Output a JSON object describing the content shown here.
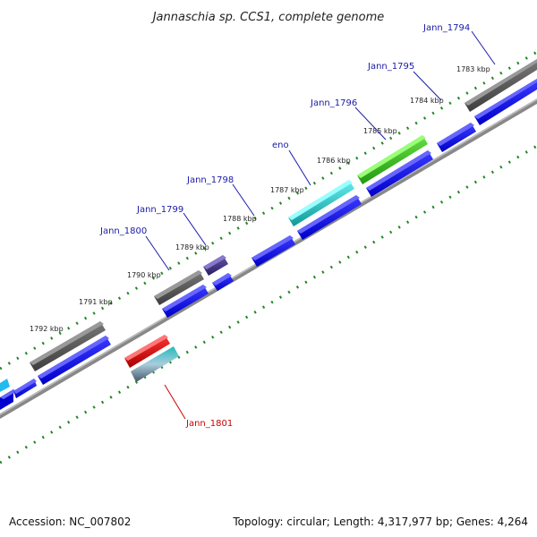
{
  "title": "Jannaschia sp. CCS1, complete genome",
  "footer": {
    "accession": "Accession: NC_007802",
    "summary": "Topology: circular; Length: 4,317,977 bp; Genes: 4,264"
  },
  "kbp_marks": [
    "1783 kbp",
    "1784 kbp",
    "1785 kbp",
    "1786 kbp",
    "1787 kbp",
    "1788 kbp",
    "1789 kbp",
    "1790 kbp",
    "1791 kbp",
    "1792 kbp"
  ],
  "gene_labels": [
    {
      "name": "Jann_1794",
      "color": "#1a1aaa"
    },
    {
      "name": "Jann_1795",
      "color": "#1a1aaa"
    },
    {
      "name": "Jann_1796",
      "color": "#1a1aaa"
    },
    {
      "name": "eno",
      "color": "#1a1aaa"
    },
    {
      "name": "Jann_1798",
      "color": "#1a1aaa"
    },
    {
      "name": "Jann_1799",
      "color": "#1a1aaa"
    },
    {
      "name": "Jann_1800",
      "color": "#1a1aaa"
    },
    {
      "name": "Jann_1801",
      "color": "#cc0000"
    }
  ],
  "colors": {
    "forward_cds": "#0000ee",
    "gene_gray": "#555555",
    "eno_green": "#33bb22",
    "cyan": "#22cccc",
    "purple": "#443388",
    "red": "#dd0000",
    "tick_green": "#228822",
    "backbone": "#888888"
  }
}
